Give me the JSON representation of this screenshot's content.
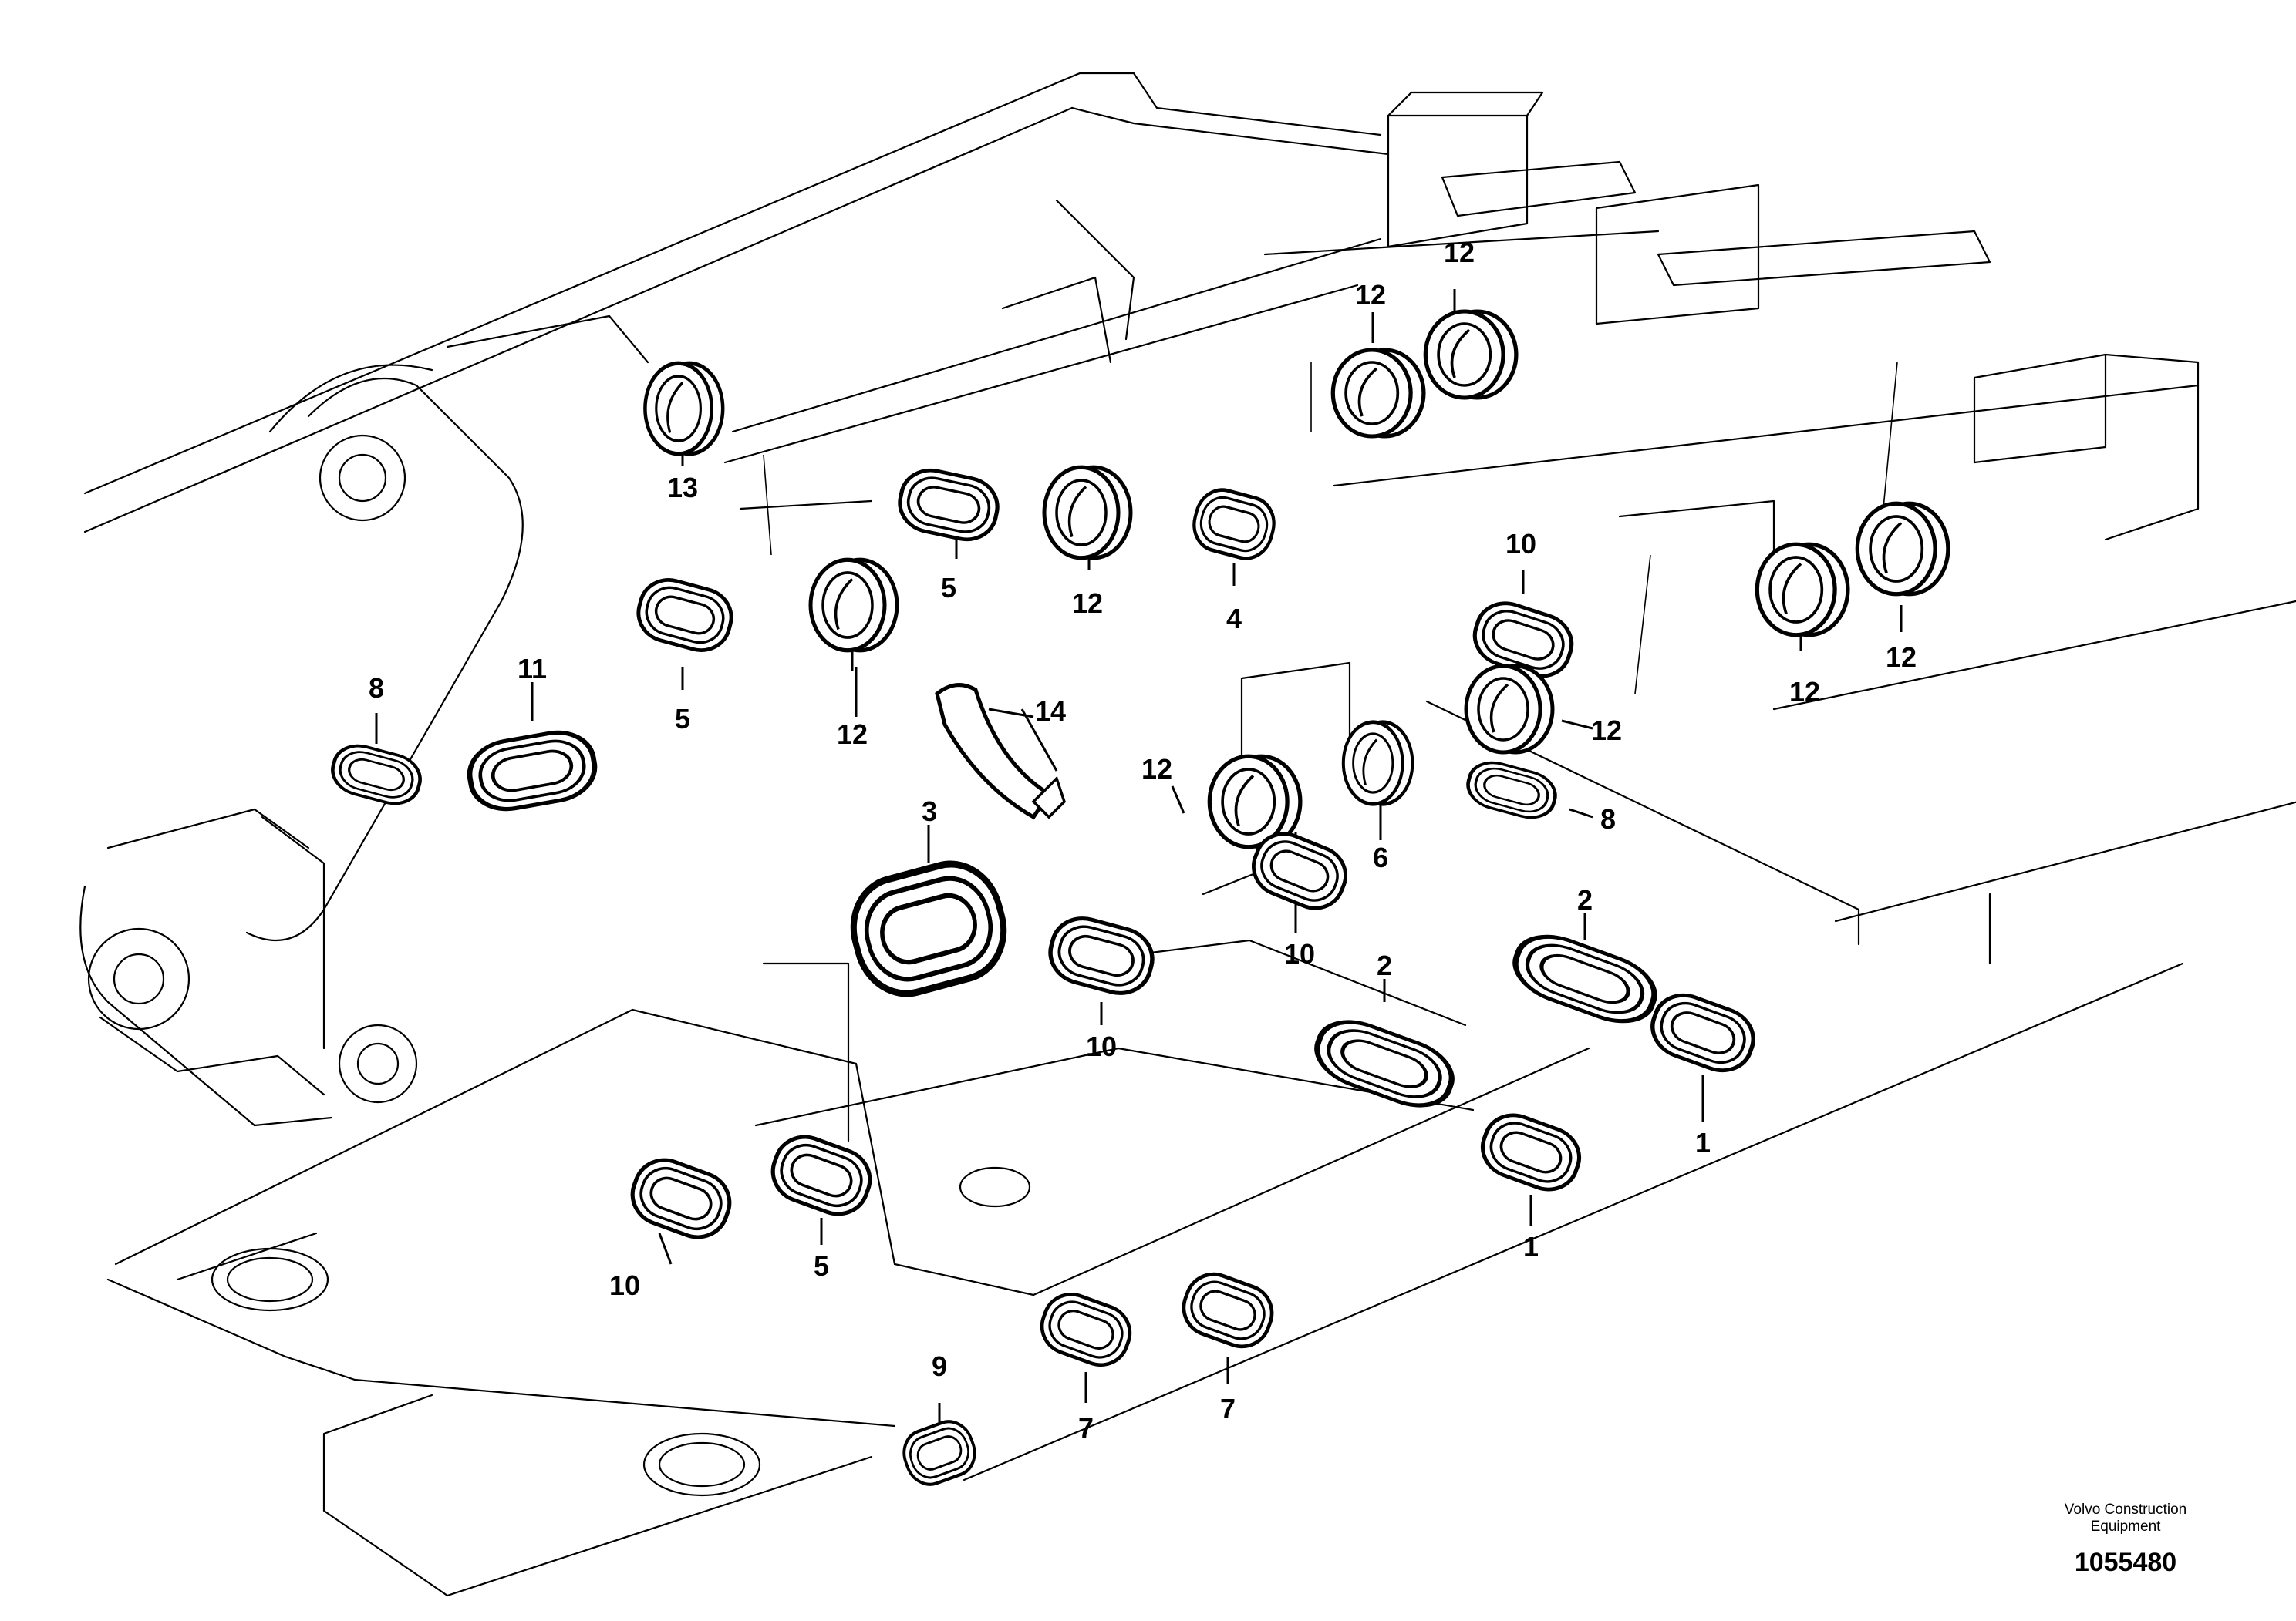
{
  "callouts": {
    "c1a": "1",
    "c1b": "1",
    "c2a": "2",
    "c2b": "2",
    "c3": "3",
    "c4": "4",
    "c5a": "5",
    "c5b": "5",
    "c5c": "5",
    "c6": "6",
    "c7a": "7",
    "c7b": "7",
    "c8a": "8",
    "c8b": "8",
    "c9": "9",
    "c10a": "10",
    "c10b": "10",
    "c10c": "10",
    "c10d": "10",
    "c11": "11",
    "c12a": "12",
    "c12b": "12",
    "c12c": "12",
    "c12d": "12",
    "c12e": "12",
    "c12f": "12",
    "c12g": "12",
    "c12h": "12",
    "c13": "13",
    "c14": "14"
  },
  "footer": {
    "manufacturer": "Volvo Construction Equipment",
    "drawing_number": "1055480"
  }
}
